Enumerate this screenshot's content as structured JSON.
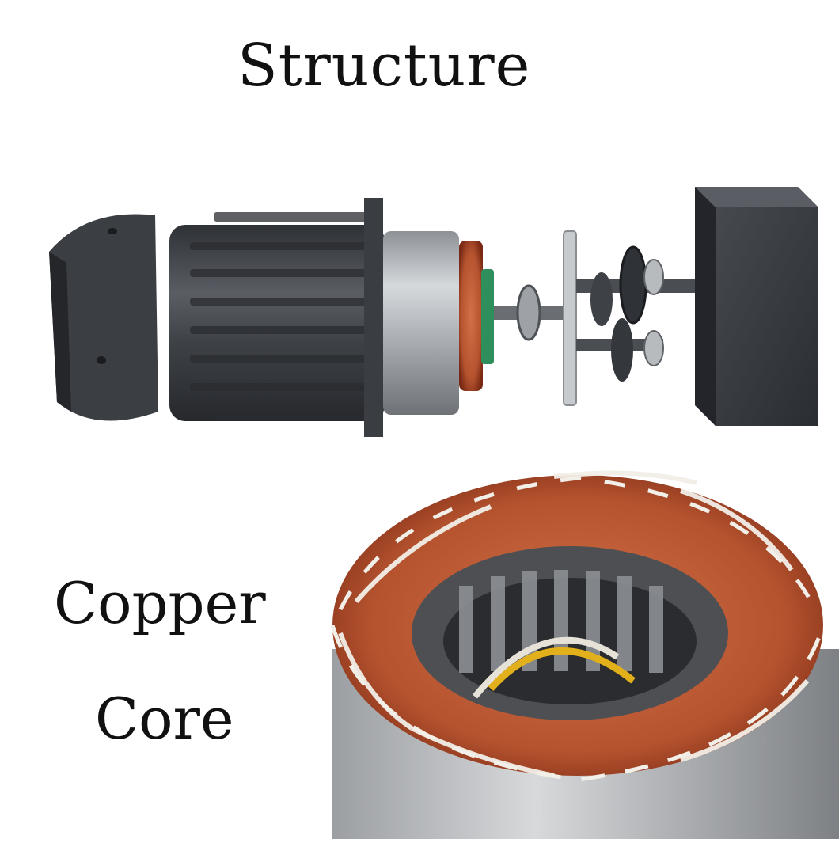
{
  "heading": "Structure",
  "caption_lines": [
    "Copper",
    "Core"
  ],
  "palette": {
    "housing_dark": "#3a3d42",
    "housing_mid": "#55595f",
    "steel_light": "#c9ccd0",
    "copper": "#b5532f",
    "copper_dark": "#7a2a14",
    "tie_white": "#f2efe8",
    "wire_yellow": "#e2b01a",
    "green_board": "#2f8f5c"
  },
  "icons": [
    "end-cap-icon",
    "motor-housing-icon",
    "stator-winding-icon",
    "rotor-shaft-icon",
    "gear-train-icon",
    "gearbox-housing-icon",
    "copper-stator-icon"
  ]
}
